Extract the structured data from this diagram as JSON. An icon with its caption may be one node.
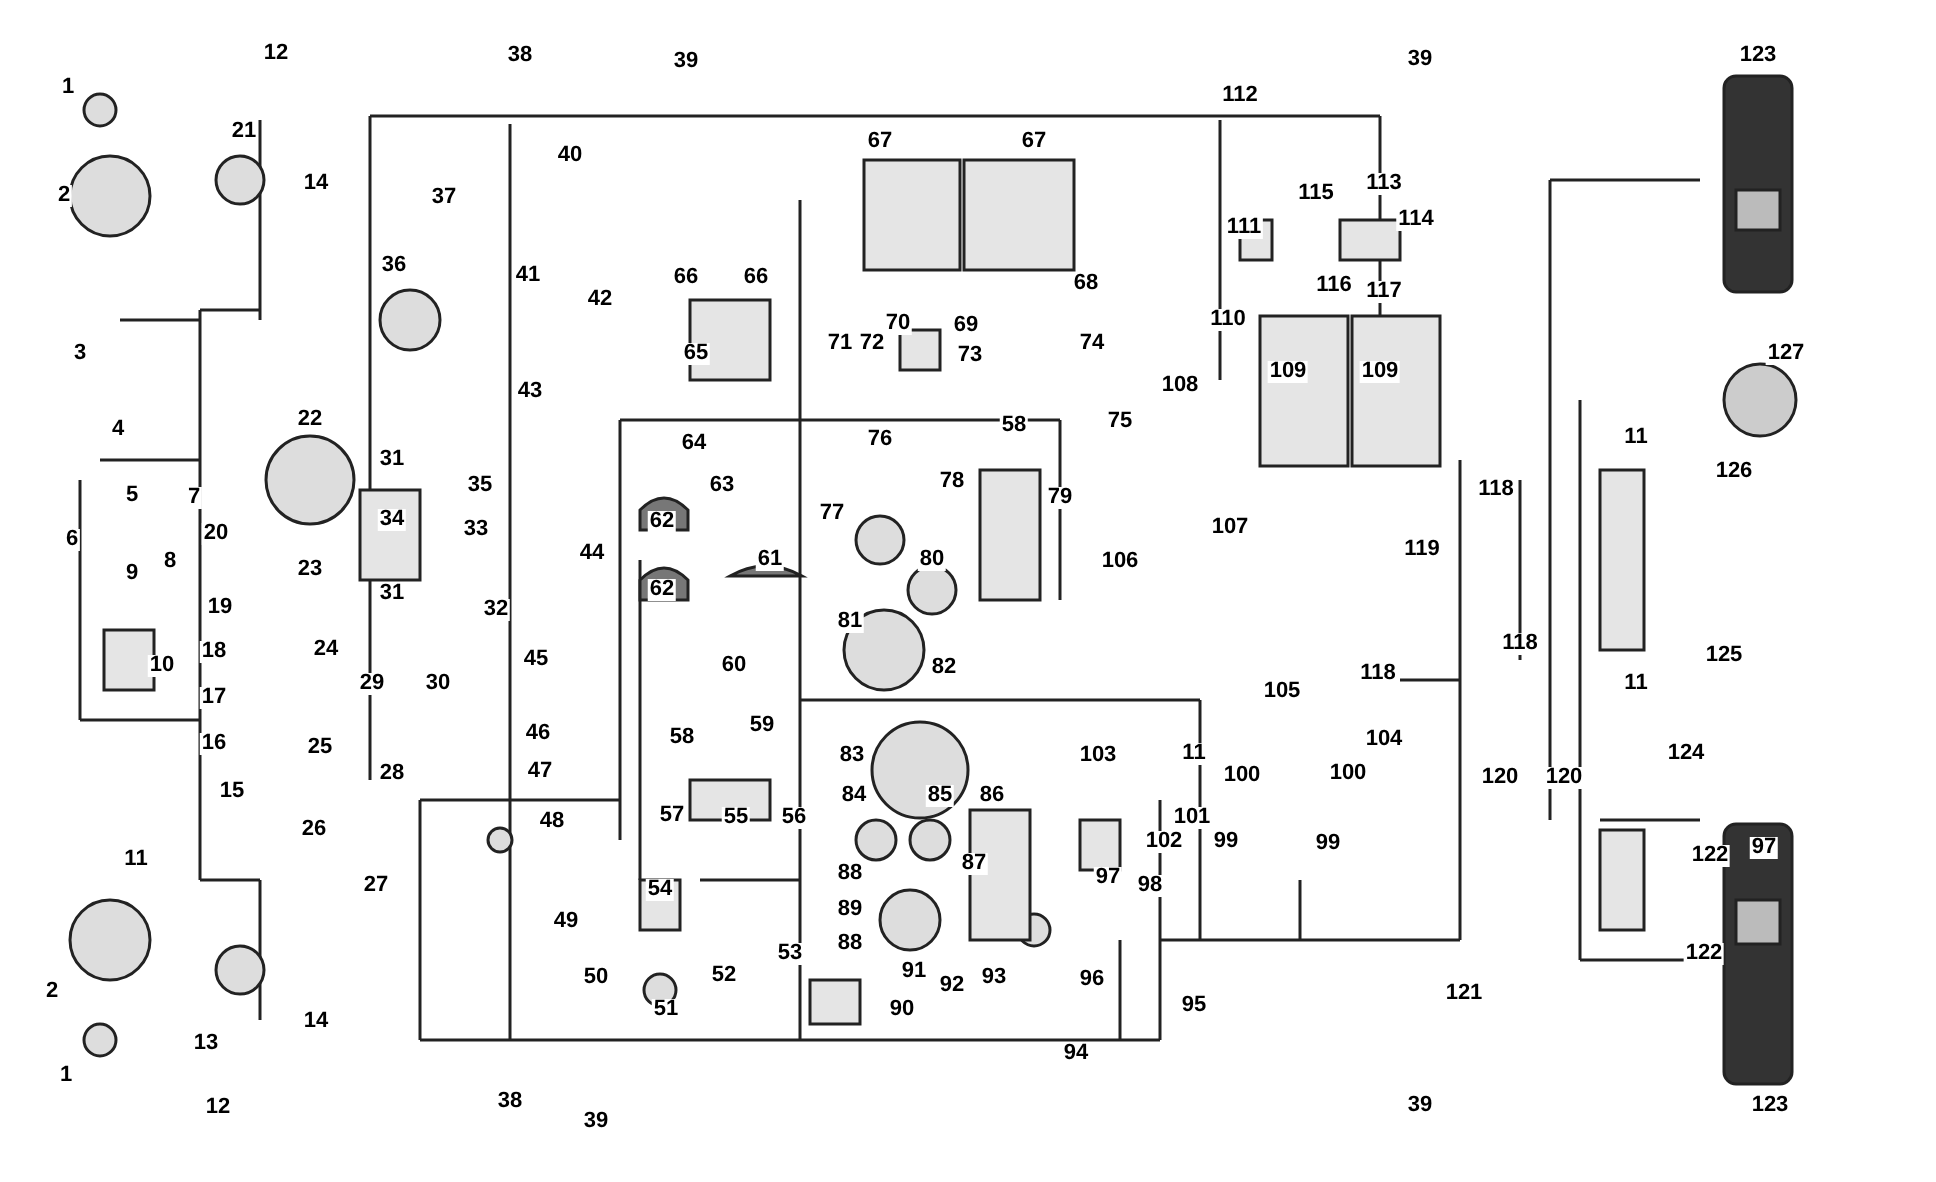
{
  "diagram": {
    "labels": [
      "12",
      "38",
      "39",
      "39",
      "123",
      "1",
      "112",
      "40",
      "21",
      "14",
      "2",
      "67",
      "67",
      "37",
      "113",
      "115",
      "114",
      "111",
      "36",
      "41",
      "66",
      "66",
      "68",
      "116",
      "117",
      "42",
      "70",
      "69",
      "110",
      "3",
      "65",
      "71",
      "72",
      "73",
      "74",
      "127",
      "43",
      "108",
      "109",
      "109",
      "4",
      "22",
      "58",
      "75",
      "64",
      "76",
      "11",
      "31",
      "35",
      "5",
      "7",
      "63",
      "78",
      "79",
      "118",
      "126",
      "6",
      "20",
      "34",
      "33",
      "62",
      "77",
      "107",
      "8",
      "44",
      "61",
      "80",
      "106",
      "119",
      "9",
      "23",
      "31",
      "62",
      "19",
      "32",
      "81",
      "10",
      "18",
      "24",
      "45",
      "60",
      "82",
      "118",
      "118",
      "125",
      "17",
      "29",
      "30",
      "105",
      "11",
      "16",
      "25",
      "46",
      "58",
      "59",
      "83",
      "103",
      "11",
      "104",
      "124",
      "15",
      "28",
      "47",
      "84",
      "85",
      "86",
      "100",
      "100",
      "120",
      "120",
      "26",
      "48",
      "57",
      "55",
      "56",
      "102",
      "101",
      "99",
      "99",
      "122",
      "97",
      "11",
      "27",
      "54",
      "88",
      "87",
      "97",
      "98",
      "49",
      "89",
      "53",
      "88",
      "122",
      "2",
      "50",
      "51",
      "52",
      "90",
      "91",
      "92",
      "93",
      "96",
      "95",
      "121",
      "13",
      "14",
      "94",
      "1",
      "12",
      "38",
      "39",
      "39",
      "123"
    ]
  }
}
